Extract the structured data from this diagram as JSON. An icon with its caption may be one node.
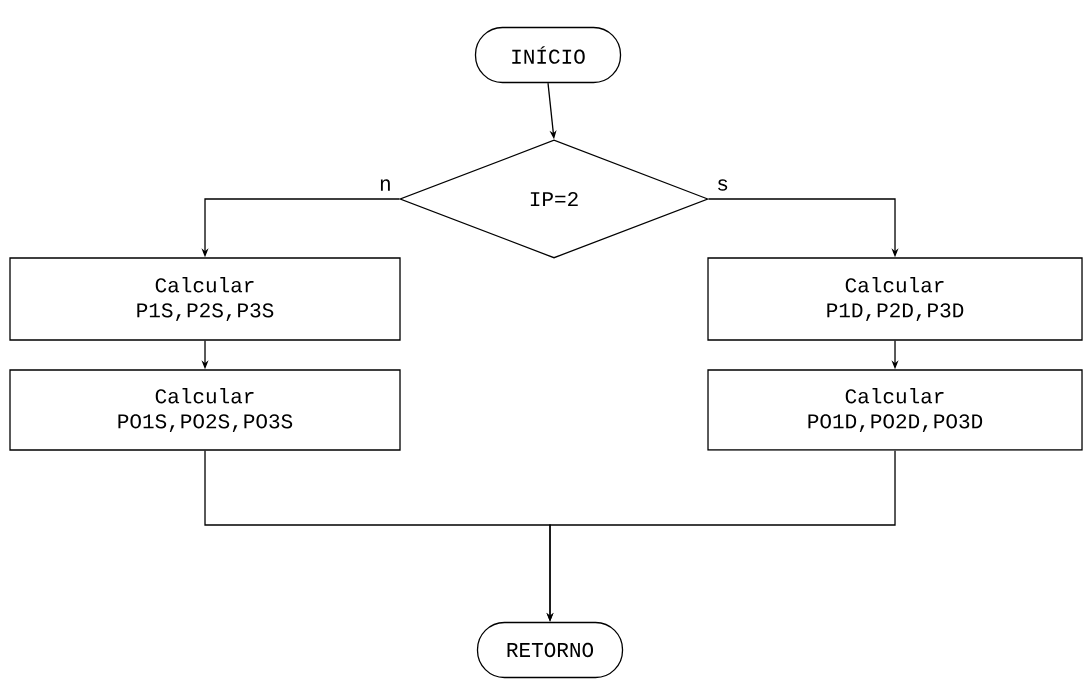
{
  "diagram": {
    "nodes": [
      {
        "text": [
          "INÍCIO"
        ]
      },
      {
        "text": [
          "IP=2"
        ]
      },
      {
        "text": [
          "Calcular P1S,P2S,P3S"
        ]
      },
      {
        "text": [
          "Calcular PO1S,PO2S,PO3S"
        ]
      },
      {
        "text": [
          "Calcular P1D,P2D,P3D"
        ]
      },
      {
        "text": [
          "Calcular PO1D,PO2D,PO3D"
        ]
      },
      {
        "text": [
          "RETORNO"
        ]
      }
    ],
    "edges": [
      {
        "from": 0,
        "to": 1,
        "arrow": "to"
      },
      {
        "from": 1,
        "to": 2,
        "arrow": "to",
        "label": "n"
      },
      {
        "from": 1,
        "to": 4,
        "arrow": "to",
        "label": "s"
      },
      {
        "from": 2,
        "to": 3,
        "arrow": "to"
      },
      {
        "from": 4,
        "to": 5,
        "arrow": "to"
      },
      {
        "from": 3,
        "to": 6,
        "arrow": "to"
      },
      {
        "from": 5,
        "to": 6,
        "arrow": "to"
      }
    ]
  }
}
